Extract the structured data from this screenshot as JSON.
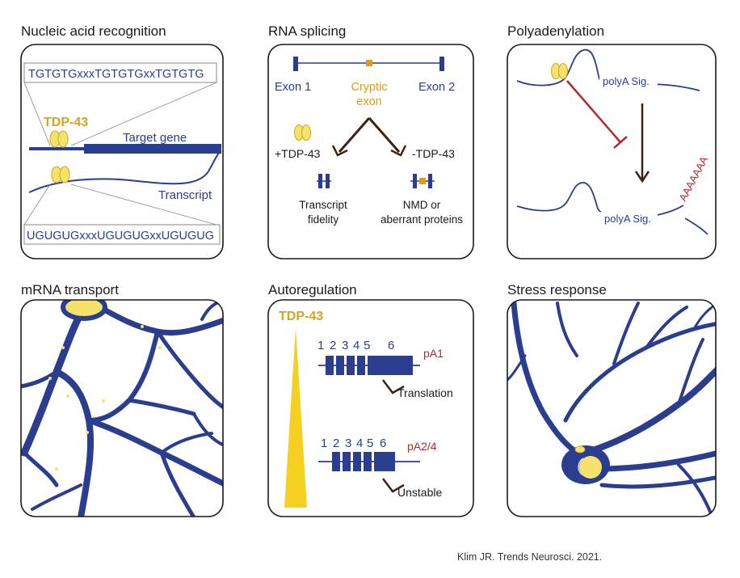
{
  "panels": {
    "nucleic": {
      "title": "Nucleic acid recognition",
      "dna_seq": "TGTGTGxxxTGTGTGxxTGTGTG",
      "protein": "TDP-43",
      "target_gene": "Target gene",
      "transcript": "Transcript",
      "rna_seq": "UGUGUGxxxUGUGUGxxUGUGUG"
    },
    "splicing": {
      "title": "RNA splicing",
      "exon1": "Exon 1",
      "cryptic_line1": "Cryptic",
      "cryptic_line2": "exon",
      "exon2": "Exon 2",
      "plus_tdp": "+TDP-43",
      "minus_tdp": "-TDP-43",
      "fidelity_line1": "Transcript",
      "fidelity_line2": "fidelity",
      "nmd_line1": "NMD or",
      "nmd_line2": "aberrant proteins"
    },
    "polya": {
      "title": "Polyadenylation",
      "signal_top": "polyA Sig.",
      "signal_bottom": "polyA Sig.",
      "tail": "AAAAAAA"
    },
    "transport": {
      "title": "mRNA transport"
    },
    "autoreg": {
      "title": "Autoregulation",
      "protein": "TDP-43",
      "exons_top": [
        "1",
        "2",
        "3",
        "4",
        "5",
        "6"
      ],
      "pa1": "pA1",
      "translation": "Translation",
      "exons_bottom": [
        "1",
        "2",
        "3",
        "4",
        "5",
        "6"
      ],
      "pa24": "pA2/4",
      "unstable": "Unstable"
    },
    "stress": {
      "title": "Stress response"
    }
  },
  "citation": "Klim JR. Trends Neurosci. 2021.",
  "colors": {
    "navy": "#2a3d8f",
    "gold": "#f5e26a",
    "gold_dark": "#d4a520",
    "orange": "#e39a1a",
    "red": "#b3282d",
    "brown": "#3b2314"
  }
}
